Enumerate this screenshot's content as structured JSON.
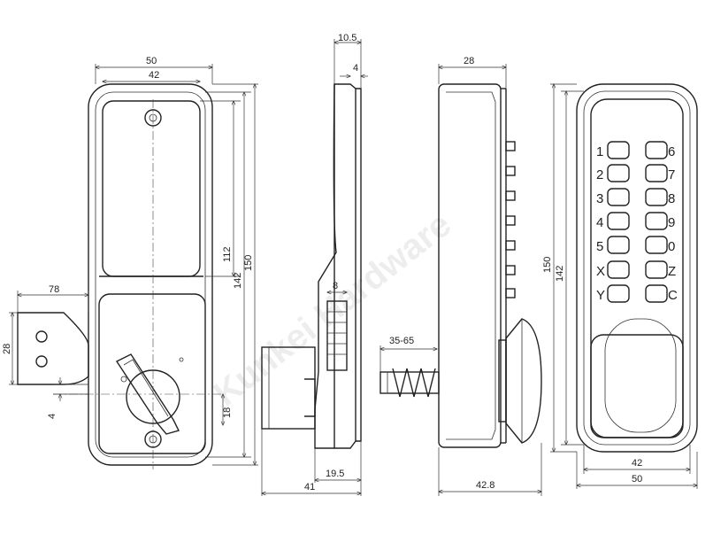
{
  "watermark": "Kunkei Hardware",
  "front_view": {
    "dim_width_outer": "50",
    "dim_width_inner": "42",
    "dim_height_112": "112",
    "dim_height_142": "142",
    "dim_height_150": "150",
    "dim_bracket_len": "78",
    "dim_bracket_h": "28",
    "dim_offset_4": "4",
    "dim_18": "18"
  },
  "side_view_a": {
    "dim_10_5": "10.5",
    "dim_4": "4",
    "dim_8": "8",
    "dim_19_5": "19.5",
    "dim_41": "41"
  },
  "side_view_b": {
    "dim_28": "28",
    "dim_35_65": "35-65",
    "dim_42_8": "42.8"
  },
  "keypad_view": {
    "dim_150": "150",
    "dim_142": "142",
    "dim_42": "42",
    "dim_50": "50",
    "keys_left": [
      "1",
      "2",
      "3",
      "4",
      "5",
      "X",
      "Y"
    ],
    "keys_right": [
      "6",
      "7",
      "8",
      "9",
      "0",
      "Z",
      "C"
    ]
  }
}
